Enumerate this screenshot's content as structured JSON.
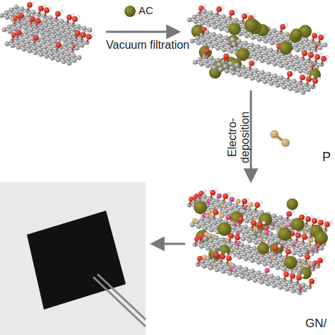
{
  "diagram": {
    "labels": [
      "AC",
      "Vacuum filtration",
      "Electro- deposition",
      "P",
      "GN/"
    ]
  }
}
